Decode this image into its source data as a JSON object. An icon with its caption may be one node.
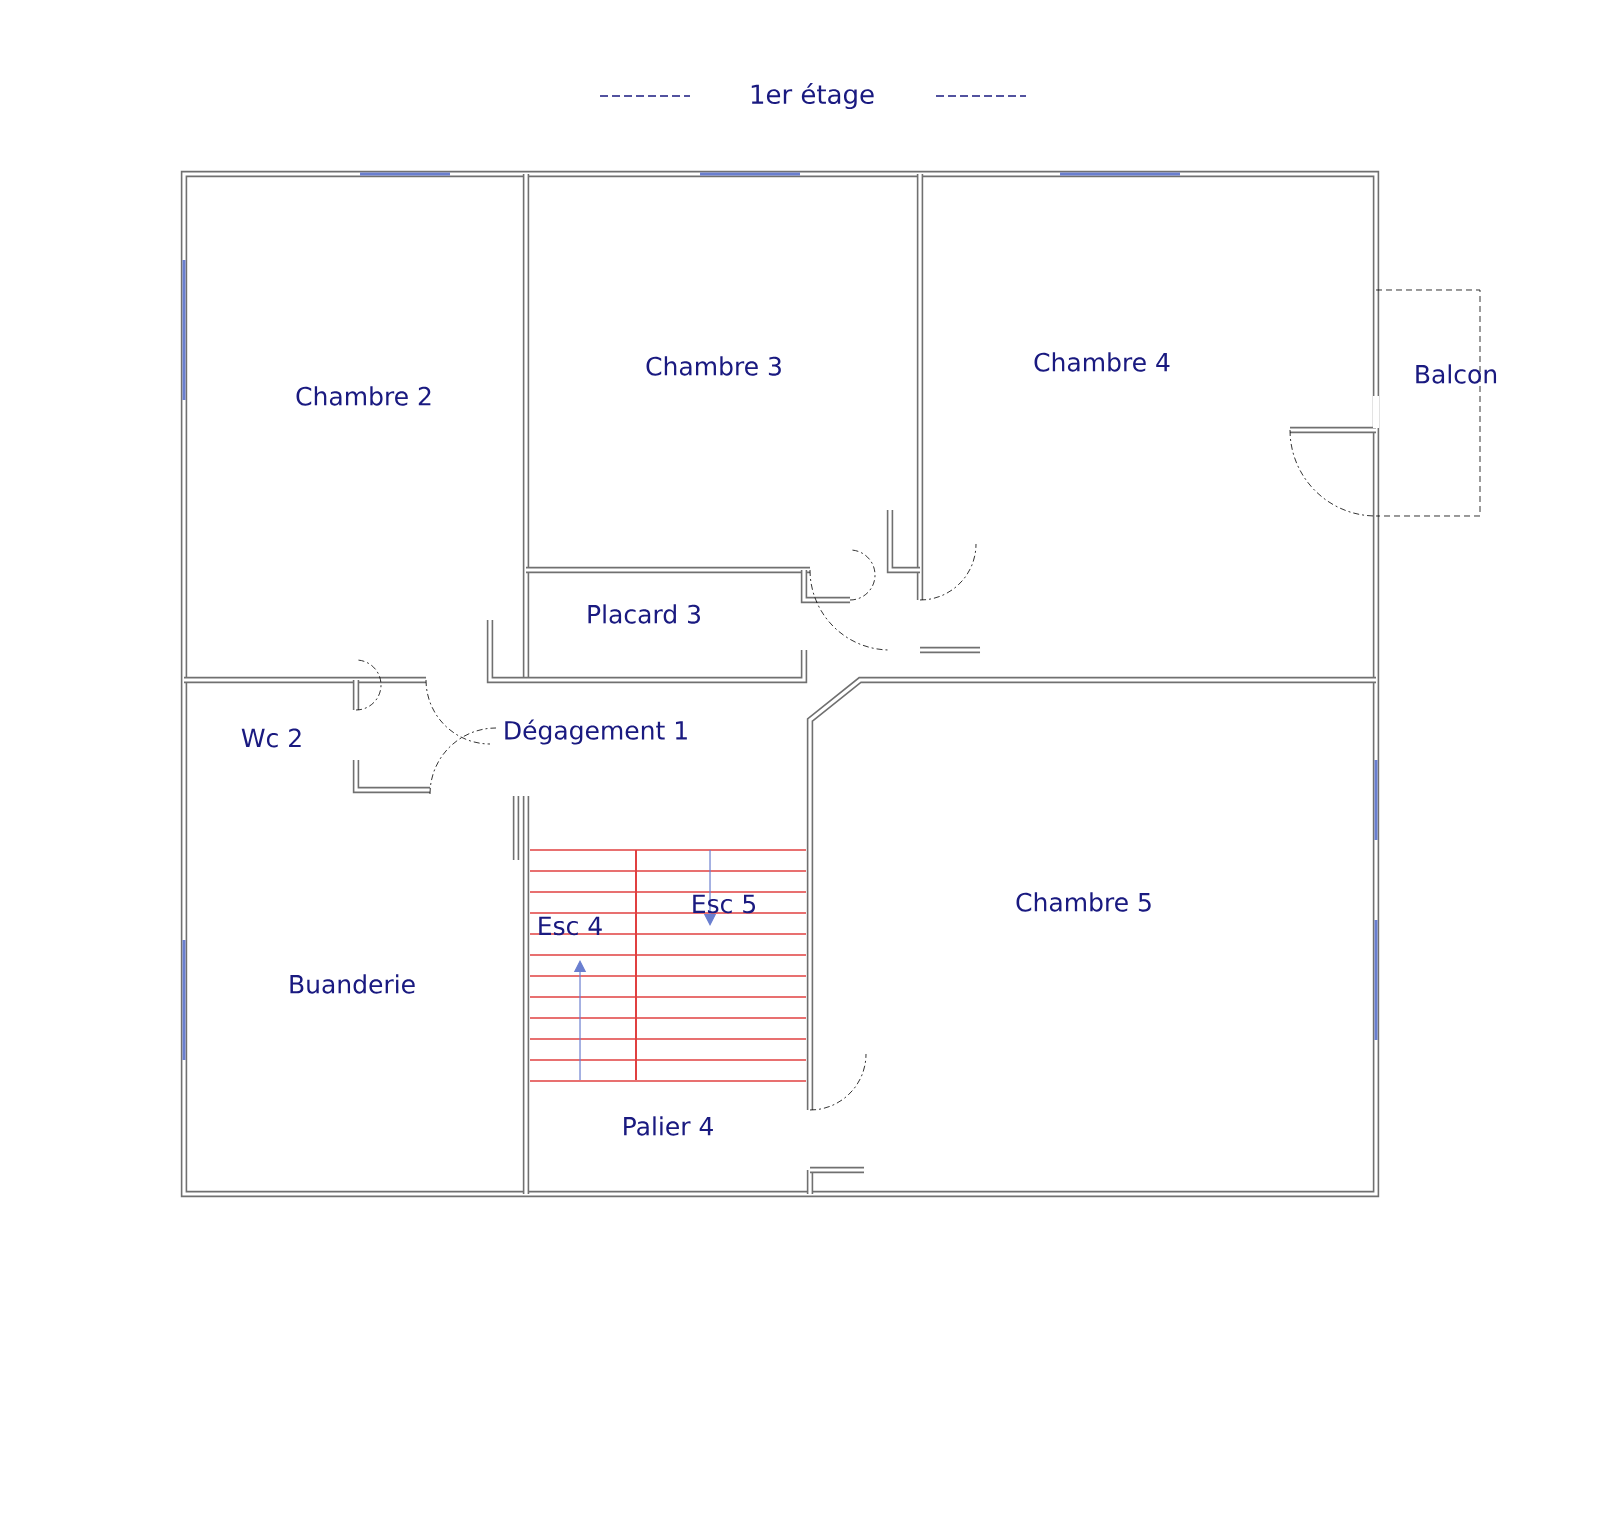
{
  "diagram": {
    "title": "1er étage",
    "labels": [
      "Chambre 2",
      "Chambre 3",
      "Chambre 4",
      "Balcon",
      "Placard 3",
      "Wc 2",
      "Dégagement 1",
      "Esc 4",
      "Esc 5",
      "Chambre 5",
      "Buanderie",
      "Palier 4"
    ]
  }
}
